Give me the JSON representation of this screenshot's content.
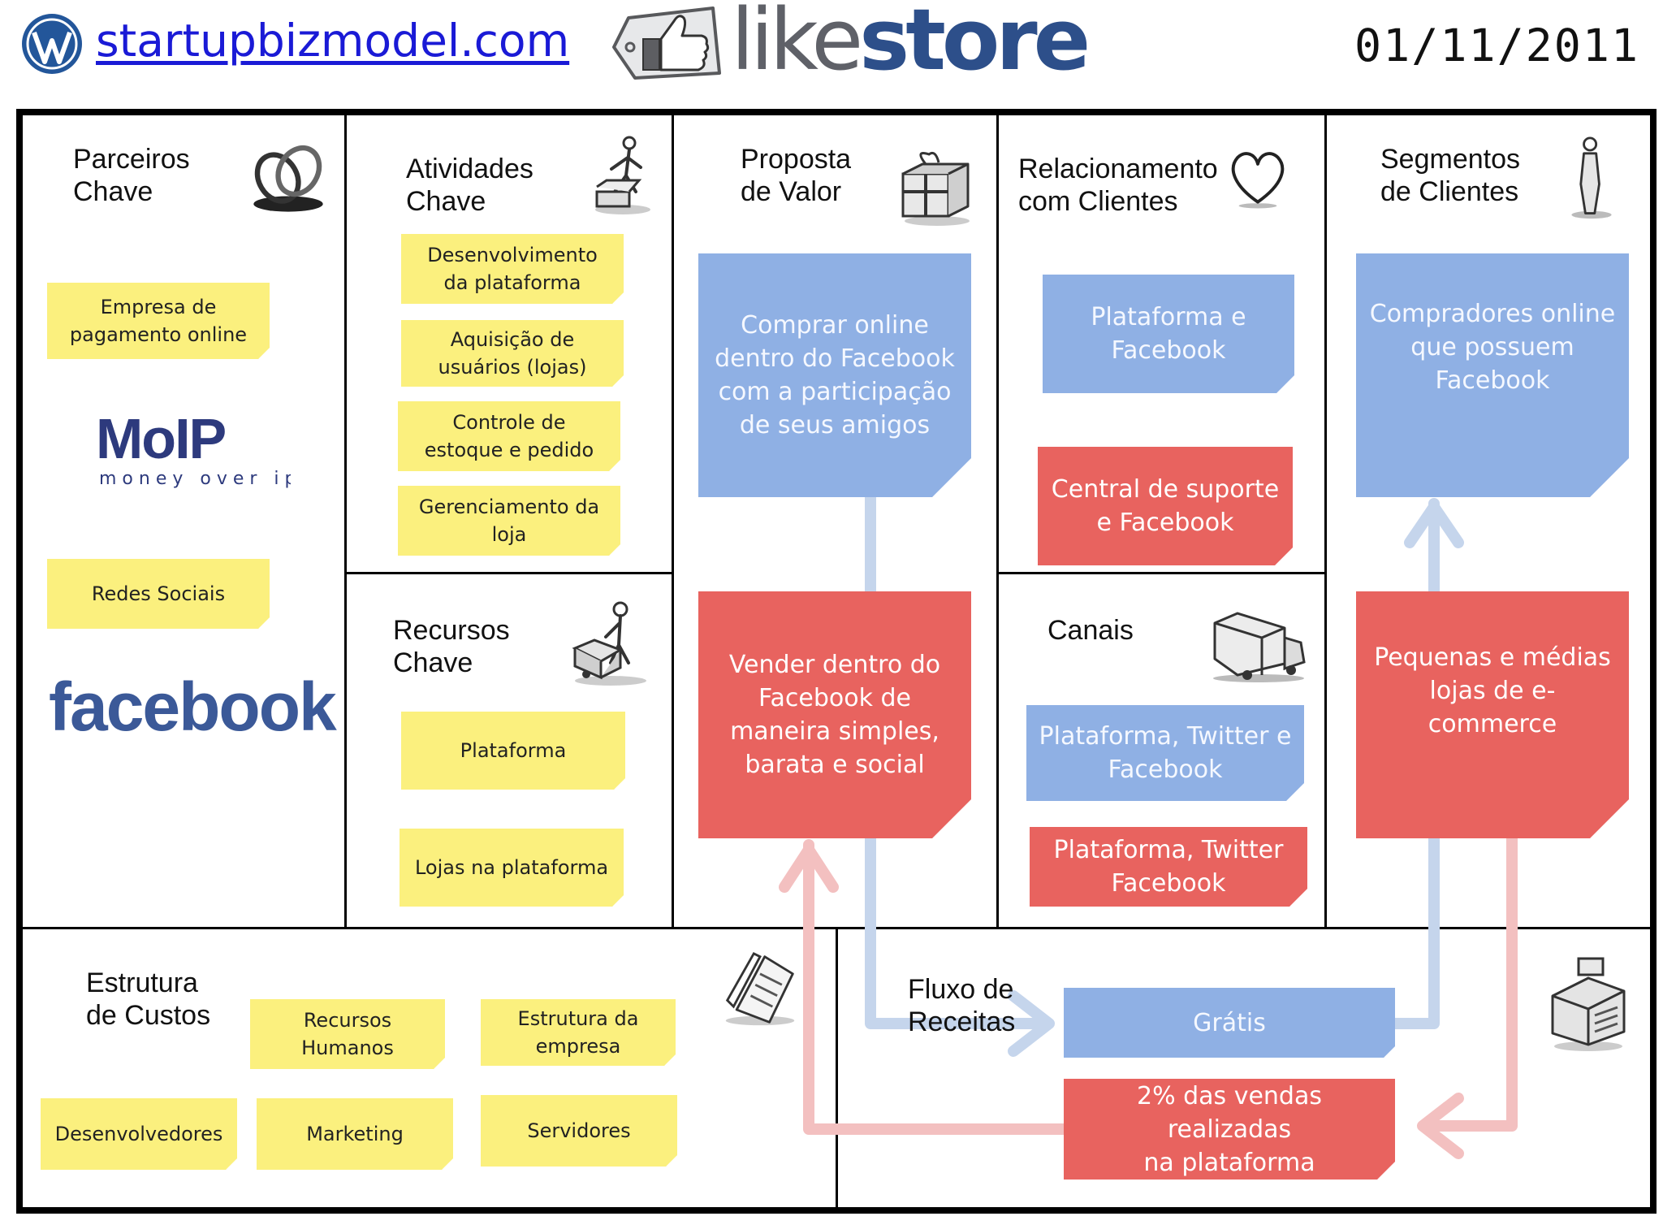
{
  "header": {
    "site_link": "startupbizmodel.com",
    "brand_like": "like",
    "brand_store": "store",
    "date": "01/11/2011"
  },
  "sections": {
    "key_partners": "Parceiros\nChave",
    "key_activities": "Atividades\nChave",
    "key_resources": "Recursos\nChave",
    "value_proposition": "Proposta\nde Valor",
    "customer_relationships": "Relacionamento\ncom Clientes",
    "channels": "Canais",
    "customer_segments": "Segmentos\nde Clientes",
    "cost_structure": "Estrutura\nde Custos",
    "revenue_streams": "Fluxo de\nReceitas"
  },
  "notes": {
    "partner_payment": "Empresa de\npagamento online",
    "partner_social": "Redes Sociais",
    "activity_platform_dev": "Desenvolvimento\nda plataforma",
    "activity_user_acquisition": "Aquisição de\nusuários (lojas)",
    "activity_stock_control": "Controle de\nestoque e pedido",
    "activity_store_management": "Gerenciamento da\nloja",
    "resource_platform": "Plataforma",
    "resource_stores": "Lojas na plataforma",
    "value_buy": "Comprar online\ndentro do Facebook\ncom a participação\nde seus amigos",
    "value_sell": "Vender dentro do\nFacebook de\nmaneira simples,\nbarata e social",
    "relationship_platform": "Plataforma e\nFacebook",
    "relationship_support": "Central de suporte\ne Facebook",
    "channel_blue": "Plataforma, Twitter e\nFacebook",
    "channel_red": "Plataforma, Twitter\nFacebook",
    "segment_buyers": "Compradores online\nque possuem\nFacebook",
    "segment_stores": "Pequenas e médias\nlojas de e-commerce",
    "cost_hr": "Recursos\nHumanos",
    "cost_company": "Estrutura da\nempresa",
    "cost_devs": "Desenvolvedores",
    "cost_marketing": "Marketing",
    "cost_servers": "Servidores",
    "revenue_free": "Grátis",
    "revenue_commission": "2% das vendas realizadas\nna plataforma"
  },
  "partner_logos": {
    "moip_name": "MoIP",
    "moip_tagline": "money over ip",
    "facebook": "facebook"
  },
  "colors": {
    "note_yellow": "#fbf07e",
    "note_blue": "#8fb0e4",
    "note_red": "#e8635f",
    "flow_blue": "#c5d5ec",
    "flow_red": "#f3c0c0",
    "facebook_blue": "#3b5998",
    "brand_store": "#2d4f8a",
    "link": "#1a1ad6"
  },
  "icons": [
    "wordpress-icon",
    "thumbs-up-icon",
    "rings-icon",
    "worker-icon",
    "gift-icon",
    "heart-icon",
    "person-icon",
    "dolly-icon",
    "truck-icon",
    "receipt-icon",
    "cash-register-icon"
  ]
}
